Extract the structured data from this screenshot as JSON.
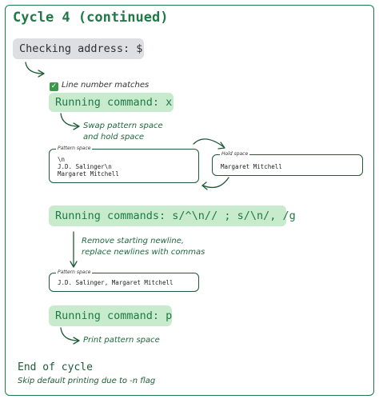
{
  "title": "Cycle 4 (continued)",
  "checking": {
    "label": "Checking address: $",
    "note": "Line number matches"
  },
  "step1": {
    "command": "Running command: x",
    "note": "Swap pattern space\nand hold space",
    "pattern_label": "Pattern space",
    "pattern_text": "\\n\nJ.D. Salinger\\n\nMargaret Mitchell",
    "hold_label": "Hold space",
    "hold_text": "Margaret Mitchell"
  },
  "step2": {
    "command": "Running commands: s/^\\n// ; s/\\n/, /g",
    "note": "Remove starting newline,\nreplace newlines with commas",
    "pattern_label": "Pattern space",
    "pattern_text": "J.D. Salinger, Margaret Mitchell"
  },
  "step3": {
    "command": "Running command: p",
    "note": "Print pattern space"
  },
  "end": {
    "title": "End of cycle",
    "note": "Skip default printing due to -n flag"
  }
}
